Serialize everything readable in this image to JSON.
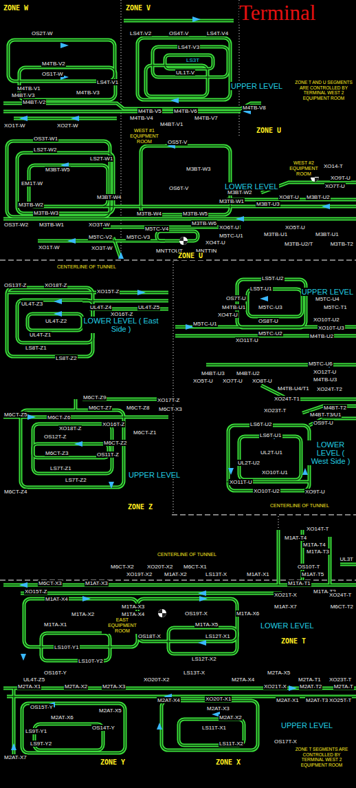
{
  "diagram": {
    "title": "Terminal",
    "labels": [
      "ZONE W",
      "ZONE V",
      "OS2T-W",
      "LS4T-V2",
      "OS4T-V",
      "LS4T-V4",
      "LS4T-V3",
      "LS3T",
      "M4TB-V2",
      "UL1T-V",
      "OS1T-W",
      "LS4T-V1",
      "UPPER LEVEL",
      "ZONE T AND U SEGMENTS ARE CONTROLLED BY TERMINAL WEST 2 EQUIPMENT ROOM",
      "M4TB-V1",
      "M4BT-V3",
      "M4TB-V3",
      "M4BT-V2",
      "M4TB-V5",
      "M4TB-V6",
      "M4TB-V8",
      "M4TB-V4",
      "M4TB-V7",
      "M4BT-V1",
      "XO1T-W",
      "XO2T-W",
      "ZONE U",
      "WEST #1 EQUIPMENT ROOM",
      "OS3T-W1",
      "OS5T-V",
      "LS2T-W2",
      "LS2T-W1",
      "WEST #2 EQUIPMENT ROOM",
      "XO14-T",
      "M3BT-W5",
      "M3BT-W3",
      "XO9T-U",
      "EM1T-W",
      "LOWER LEVEL",
      "OS6T-V",
      "XO7T-U",
      "M3BT-W2",
      "M3BT-W4",
      "XO8T-U",
      "M3BT-U2",
      "M3TB-W2",
      "M3TB-W1",
      "M3BT-U3",
      "M3TB-W3",
      "M3TB-W4",
      "M3TB-W5",
      "OS3T-W2",
      "M3TB-W1",
      "XO3T-W",
      "M3TB-W6",
      "XO6T-U",
      "XO5T-U",
      "M5TC-V4",
      "M5TC-V2",
      "M5TC-V3",
      "M5TC-U1",
      "M3TB-U1",
      "M3BT-U1",
      "XO4T-U",
      "M3TB-U2/T",
      "M3TB-T2",
      "XO1T-W",
      "XO3T-W",
      "MNTTOUT",
      "MNTTIN",
      "ZONE U",
      "CENTERLINE OF TUNNEL",
      "OS13T-Z",
      "XO18T-Z",
      "LS5T-U2",
      "LS5T-U1",
      "XO15T-Z",
      "UPPER LEVEL",
      "OS7T-U",
      "UL4T-Z3",
      "M4TB-U1",
      "M5TC-U3",
      "M5TC-U4",
      "M5TC-T1",
      "UL4T-Z4",
      "UL4T-Z5",
      "XO16T-Z",
      "XO4T-U",
      "LOWER LEVEL ( East Side )",
      "XO10T-U2",
      "UL4T-Z2",
      "OS8T-U",
      "M5TC-U1",
      "XO10T-U3",
      "M5TC-U2",
      "M4TB-U2",
      "UL4T-Z1",
      "XO11T-U",
      "LS8T-Z1",
      "LS8T-Z2",
      "M5TC-U6",
      "XO12T-U",
      "M4BT-U3",
      "M4BT-U2",
      "M4TB-U3",
      "XO5T-U",
      "XO7T-U",
      "XO8T-U",
      "M4TB-U4/T1",
      "XO24T-T2",
      "M6CT-Z9",
      "XO24T-T1",
      "XO17T-Z",
      "M6CT-Z7",
      "M6CT-Z8",
      "M6CT-X3",
      "M4BT-T2",
      "XO23T-T",
      "M6CT-Z5",
      "M4BT-T3/U1",
      "M6CT-Z6",
      "OS9T-U",
      "XO16T-Z",
      "LS6T-U2",
      "XO18T-Z",
      "M6CT-Z1",
      "LS6T-U1",
      "OS12T-Z",
      "M6CT-Z2",
      "LOWER LEVEL ( West Side )",
      "UL2T-U1",
      "M6CT-Z3",
      "OS11T-Z",
      "UL2T-U2",
      "LS7T-Z1",
      "XO10T-U1",
      "UPPER LEVEL",
      "LS7T-Z2",
      "XO11T-U",
      "XO10T-U2",
      "XO9T-U",
      "M6CT-Z4",
      "ZONE Z",
      "CENTERLINE OF TUNNEL",
      "XO14T-T",
      "M1AT-T4",
      "M1TA-T4",
      "M1TA-T3",
      "CENTERLINE OF TUNNEL",
      "UL3T",
      "OS10T-T",
      "M6CT-X2",
      "XO20T-X2",
      "M6CT-X1",
      "M1AT-T5",
      "XO19T-X2",
      "M1AT-X2",
      "LS13T-X",
      "M1AT-X1",
      "M6CT-X3",
      "M1AT-X3",
      "M1TA-T1",
      "XO15T-Z",
      "M1TA-T2",
      "XO21T-X",
      "XO24T-T",
      "M1AT-X4",
      "M1TA-X3",
      "M1AT-X7",
      "M6CT-T2",
      "M1TA-X2",
      "M1TA-X4",
      "OS19T-X",
      "M1TA-X6",
      "M1TA-X1",
      "EAST EQUIPMENT ROOM",
      "M1TA-X5",
      "LOWER LEVEL",
      "OS18T-X",
      "LS12T-X1",
      "ZONE T",
      "LS10T-Y1",
      "LS12T-X2",
      "LS10T-Y2",
      "OS16T-Y",
      "LS13T-X",
      "M2TA-X5",
      "UL4T-Z5",
      "XO20T-X2",
      "M2TA-X4",
      "M2TA-T1",
      "XO23T-T",
      "M2TA-X1",
      "M2TA-X2",
      "M2TA-X3",
      "XO21T-X",
      "M2AT-T2",
      "M2TA-T",
      "XO20T-X1",
      "M2AT-X4",
      "M2AT-X1",
      "M2AT-T3",
      "XO25T-T",
      "OS15T-Y",
      "M2AT-X3",
      "M2AT-X5",
      "M2AT-X6",
      "M2AT-X2",
      "UPPER LEVEL",
      "OS14T-Y",
      "LS11T-X1",
      "LS9T-Y1",
      "OS17T-X",
      "LS11T-X2",
      "LS9T-Y2",
      "ZONE T SEGMENTS ARE CONTROLLED BY TERMINAL WEST 2 EQUIPMENT ROOM",
      "M2AT-X7",
      "ZONE Y",
      "ZONE X"
    ]
  }
}
